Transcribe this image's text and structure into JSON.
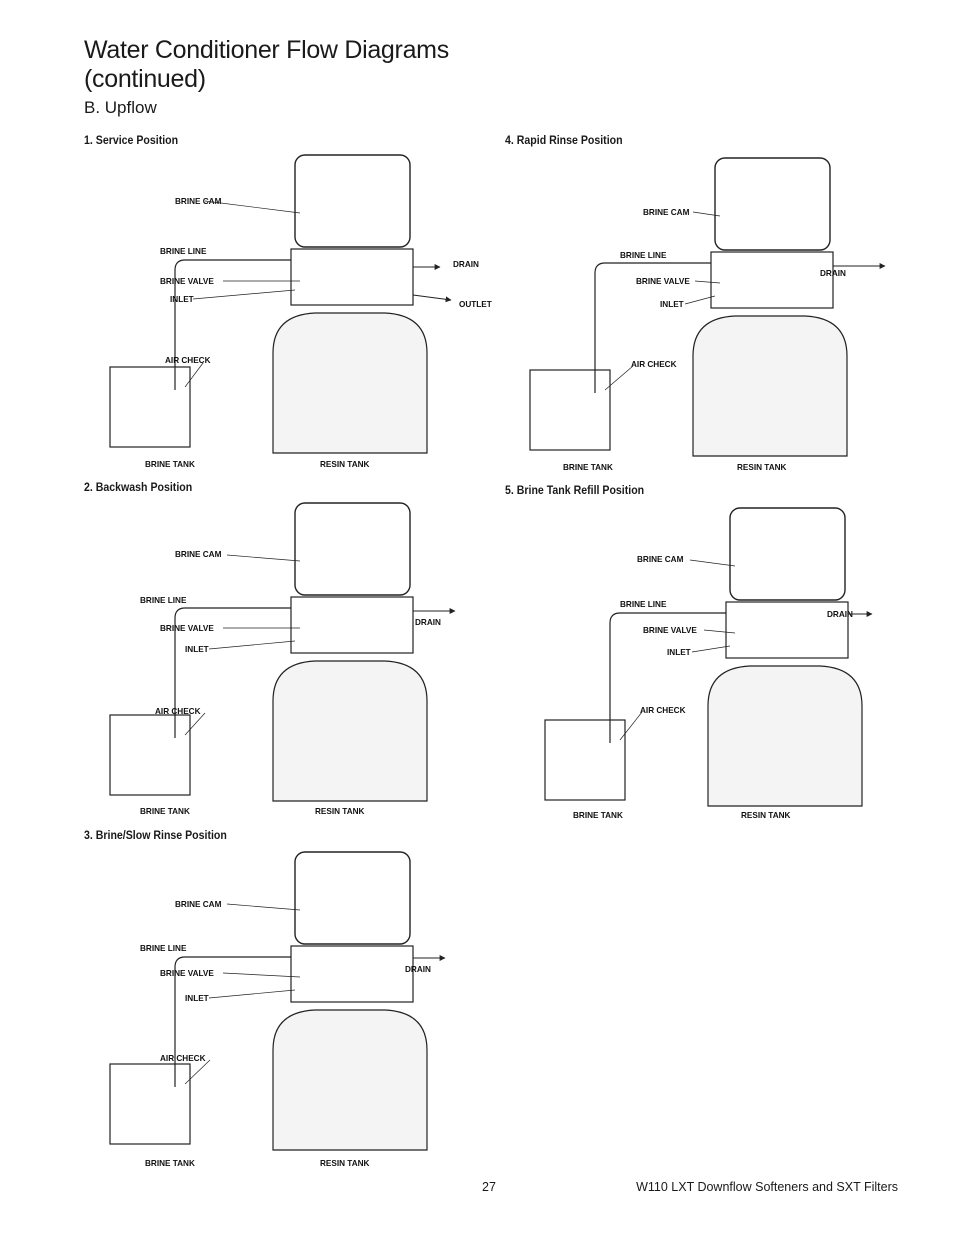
{
  "page": {
    "title_line1": "Water Conditioner Flow Diagrams",
    "title_line2": "(continued)",
    "subtitle": "B. Upflow"
  },
  "diagrams": [
    {
      "caption": "1. Service Position",
      "outlet": "OUTLET"
    },
    {
      "caption": "2. Backwash Position"
    },
    {
      "caption": "3. Brine/Slow Rinse Position"
    },
    {
      "caption": "4. Rapid Rinse Position"
    },
    {
      "caption": "5. Brine Tank Refill Position"
    }
  ],
  "labels": {
    "brine_cam": "BRINE CAM",
    "brine_line": "BRINE LINE",
    "brine_valve": "BRINE VALVE",
    "inlet": "INLET",
    "drain": "DRAIN",
    "air_check": "AIR CHECK",
    "brine_tank": "BRINE TANK",
    "resin_tank": "RESIN TANK"
  },
  "footer": {
    "page_number": "27",
    "document": "W110 LXT Downflow Softeners and SXT Filters"
  }
}
